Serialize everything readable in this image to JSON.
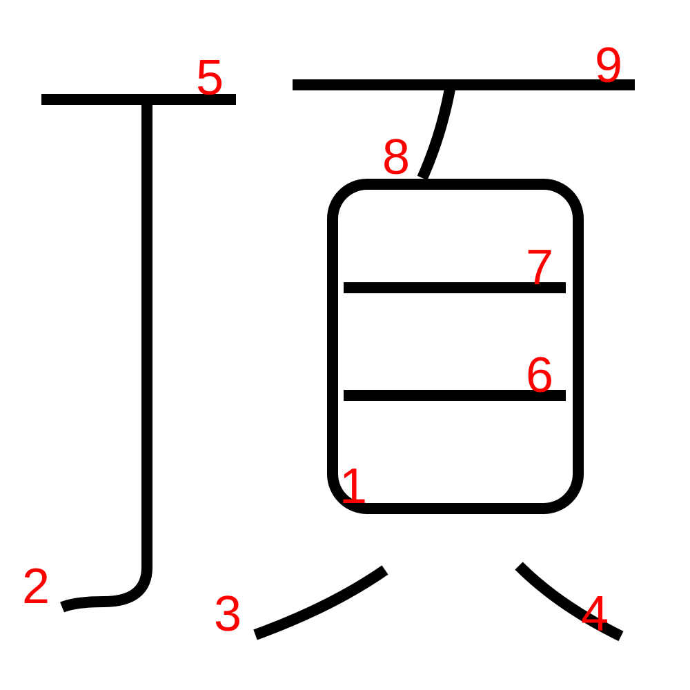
{
  "stroke_color": "#000000",
  "number_color": "#ff0000",
  "background": "#ffffff",
  "stroke_numbers": [
    "1",
    "2",
    "3",
    "4",
    "5",
    "6",
    "7",
    "8",
    "9"
  ]
}
